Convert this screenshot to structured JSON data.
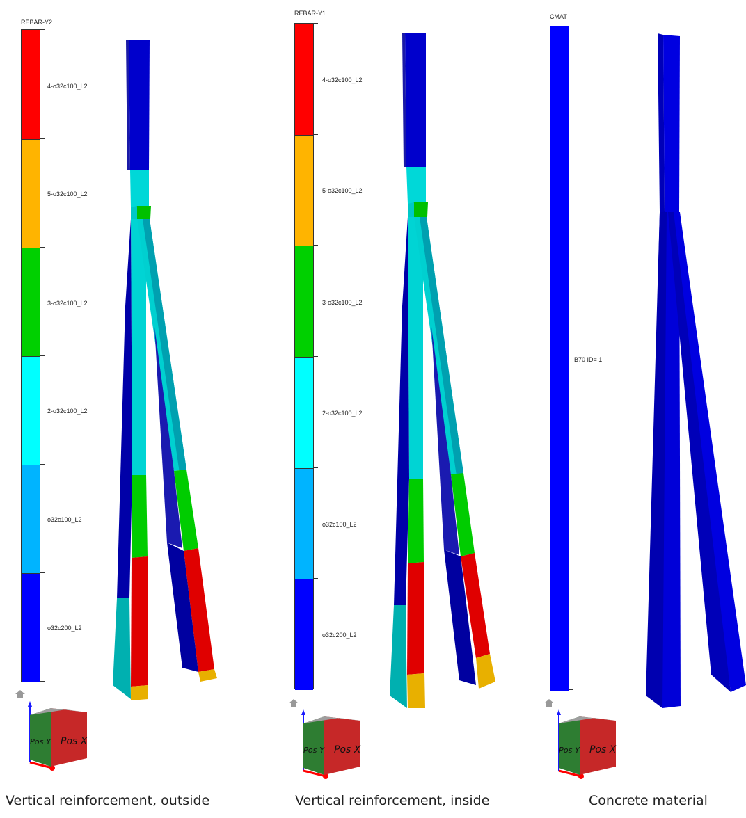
{
  "panels": [
    {
      "legend_title": "REBAR-Y2",
      "caption": "Vertical reinforcement, outside",
      "legend": [
        {
          "label": "4-o32c100_L2",
          "color": "#ff0000"
        },
        {
          "label": "5-o32c100_L2",
          "color": "#ffb400"
        },
        {
          "label": "3-o32c100_L2",
          "color": "#00d000"
        },
        {
          "label": "2-o32c100_L2",
          "color": "#00ffff"
        },
        {
          "label": "o32c100_L2",
          "color": "#00b4ff"
        },
        {
          "label": "o32c200_L2",
          "color": "#0000ff"
        }
      ],
      "axis_cube": {
        "face_label": "Pos X",
        "side_label": "Pos Y"
      }
    },
    {
      "legend_title": "REBAR-Y1",
      "caption": "Vertical reinforcement, inside",
      "legend": [
        {
          "label": "4-o32c100_L2",
          "color": "#ff0000"
        },
        {
          "label": "5-o32c100_L2",
          "color": "#ffb400"
        },
        {
          "label": "3-o32c100_L2",
          "color": "#00d000"
        },
        {
          "label": "2-o32c100_L2",
          "color": "#00ffff"
        },
        {
          "label": "o32c100_L2",
          "color": "#00b4ff"
        },
        {
          "label": "o32c200_L2",
          "color": "#0000ff"
        }
      ],
      "axis_cube": {
        "face_label": "Pos X",
        "side_label": "Pos Y"
      }
    },
    {
      "legend_title": "CMAT",
      "caption": "Concrete material",
      "legend": [
        {
          "label": "B70 ID= 1",
          "color": "#0000ff"
        }
      ],
      "axis_cube": {
        "face_label": "Pos X",
        "side_label": "Pos Y"
      }
    }
  ]
}
